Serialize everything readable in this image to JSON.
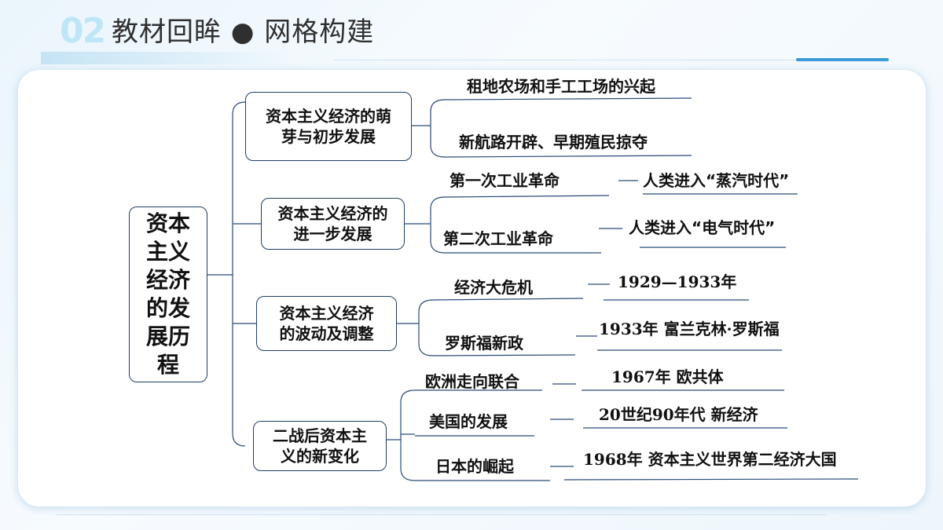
{
  "header": {
    "number": "02",
    "title": "教材回眸 ● 网格构建"
  },
  "diagram": {
    "root": "资本\n主义\n经济\n的发\n展历\n程",
    "branches": [
      {
        "label": "资本主义经济的萌\n芽与初步发展",
        "items": [
          {
            "text": "租地农场和手工工场的兴起",
            "detail": ""
          },
          {
            "text": "新航路开辟、早期殖民掠夺",
            "detail": ""
          }
        ]
      },
      {
        "label": "资本主义经济的\n进一步发展",
        "items": [
          {
            "text": "第一次工业革命",
            "detail": "人类进入“蒸汽时代”"
          },
          {
            "text": "第二次工业革命",
            "detail": "人类进入“电气时代”"
          }
        ]
      },
      {
        "label": "资本主义经济\n的波动及调整",
        "items": [
          {
            "text": "经济大危机",
            "detail": "1929—1933年"
          },
          {
            "text": "罗斯福新政",
            "detail": "1933年  富兰克林·罗斯福"
          }
        ]
      },
      {
        "label": "二战后资本主\n义的新变化",
        "items": [
          {
            "text": "欧洲走向联合",
            "detail": "1967年   欧共体"
          },
          {
            "text": "美国的发展",
            "detail": "20世纪90年代    新经济"
          },
          {
            "text": "日本的崛起",
            "detail": "1968年   资本主义世界第二经济大国"
          }
        ]
      }
    ]
  }
}
